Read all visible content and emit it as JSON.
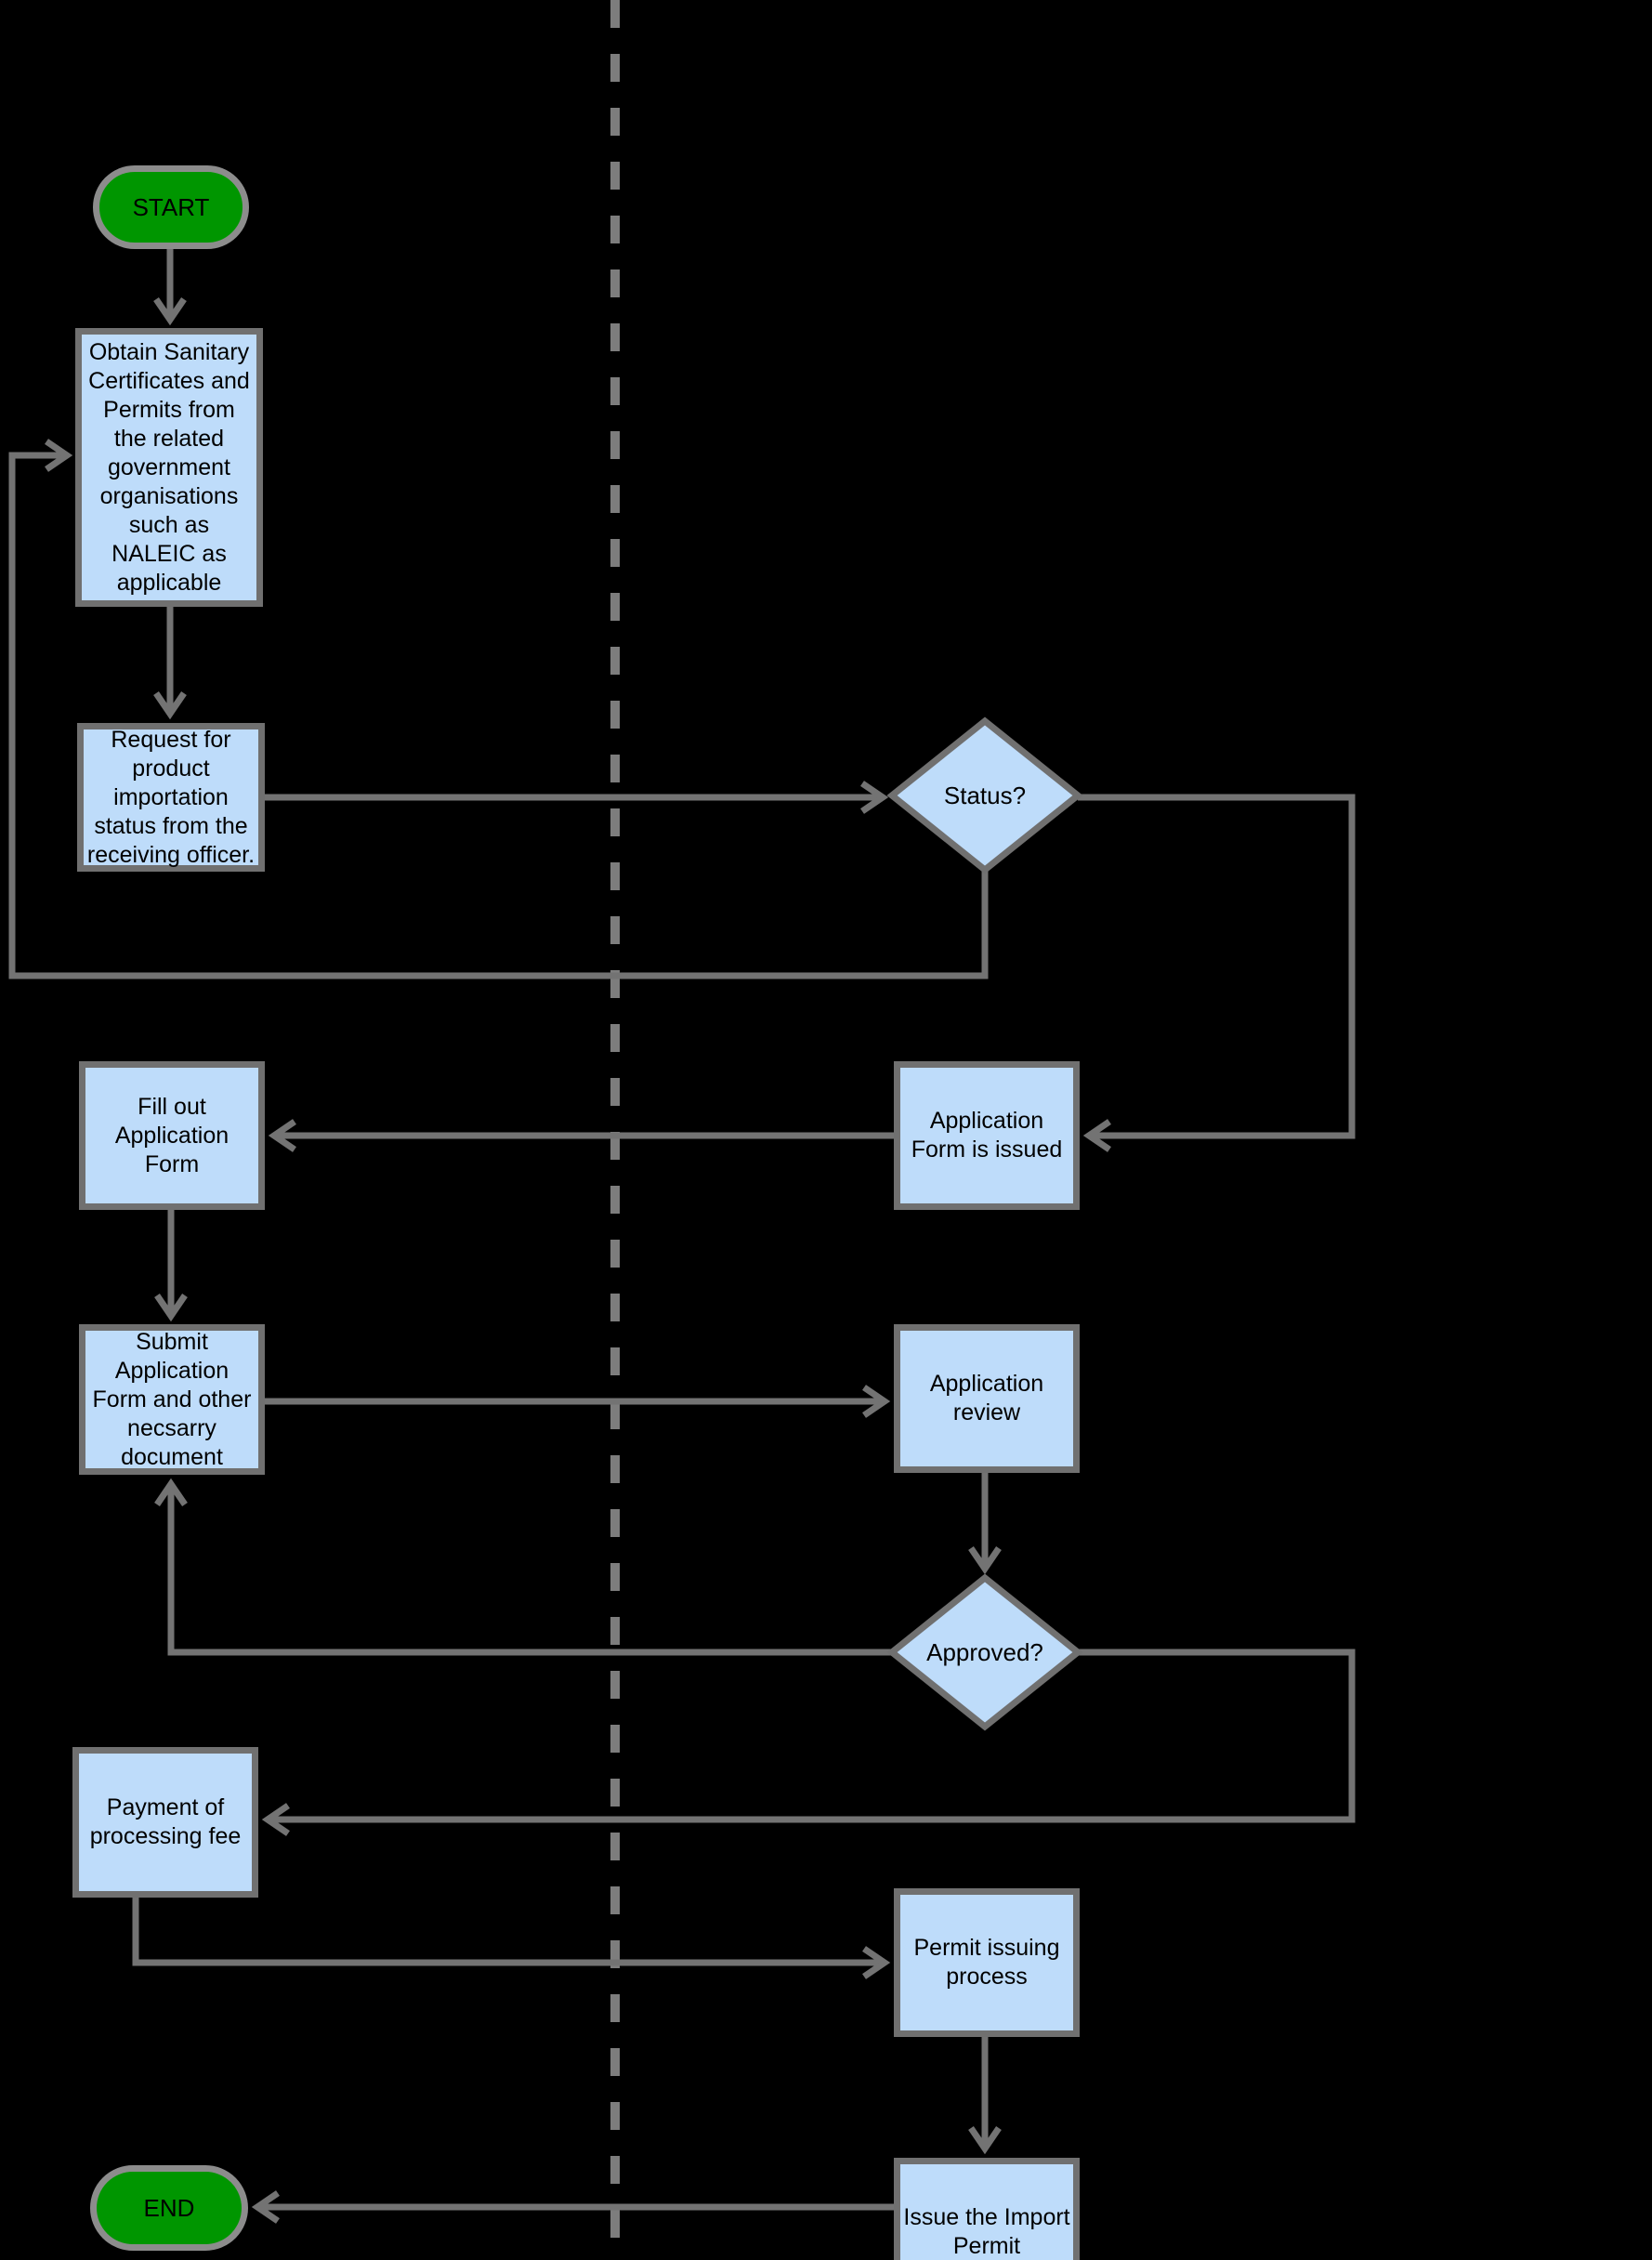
{
  "diagram": {
    "type": "flowchart",
    "background_color": "#000000",
    "colors": {
      "process_fill": "#BEDCFA",
      "process_border": "#707070",
      "terminal_fill": "#009600",
      "terminal_border": "#8c8c8c",
      "connector": "#737373",
      "lane_divider": "#7d7d7d",
      "text": "#000000"
    },
    "nodes": {
      "start": {
        "label": "START",
        "shape": "terminal"
      },
      "obtain_certificates": {
        "label": "Obtain Sanitary\nCertificates and\nPermits from\nthe related\ngovernment\norganisations\nsuch as\nNALEIC as\napplicable",
        "shape": "process"
      },
      "request_status": {
        "label": "Request for\nproduct\nimportation\nstatus from the\nreceiving officer.",
        "shape": "process"
      },
      "status_decision": {
        "label": "Status?",
        "shape": "decision"
      },
      "application_form_issued": {
        "label": "Application\nForm is issued",
        "shape": "process"
      },
      "fill_out_form": {
        "label": "Fill out\nApplication\nForm",
        "shape": "process"
      },
      "submit_form": {
        "label": "Submit\nApplication\nForm and other\nnecsarry\ndocument",
        "shape": "process"
      },
      "application_review": {
        "label": "Application\nreview",
        "shape": "process"
      },
      "approved_decision": {
        "label": "Approved?",
        "shape": "decision"
      },
      "payment_fee": {
        "label": "Payment of\nprocessing fee",
        "shape": "process"
      },
      "permit_issuing": {
        "label": "Permit issuing\nprocess",
        "shape": "process"
      },
      "issue_permit": {
        "label": "Issue the Import\nPermit",
        "shape": "process"
      },
      "end": {
        "label": "END",
        "shape": "terminal"
      }
    }
  }
}
